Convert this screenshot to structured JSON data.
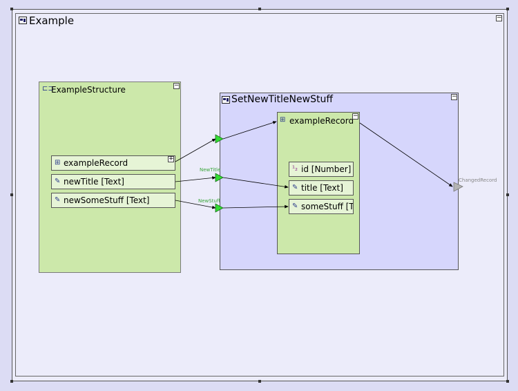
{
  "example": {
    "title": "Example",
    "icon": "component-icon"
  },
  "structure": {
    "title": "ExampleStructure",
    "fields": [
      {
        "label": "exampleRecord",
        "icon": "record-icon",
        "expand": "+"
      },
      {
        "label": "newTitle [Text]",
        "icon": "text-field-icon"
      },
      {
        "label": "newSomeStuff [Text]",
        "icon": "text-field-icon"
      }
    ]
  },
  "function": {
    "title": "SetNewTitleNewStuff",
    "record": {
      "title": "exampleRecord",
      "fields": [
        {
          "label": "id [Number]",
          "icon": "number-field-icon"
        },
        {
          "label": "title [Text]",
          "icon": "text-field-icon"
        },
        {
          "label": "someStuff [Text]",
          "icon": "text-field-icon"
        }
      ]
    }
  },
  "ports": {
    "new_title": "NewTitle",
    "new_stuff": "NewStuff",
    "changed_record": "ChangedRecord"
  },
  "collapse_glyph": "−",
  "colors": {
    "structure_fill": "#cce8aa",
    "function_fill": "#d6d6fc",
    "port_green": "#33dd33",
    "port_grey": "#b4b4b4",
    "label_green": "#3aa63a"
  }
}
